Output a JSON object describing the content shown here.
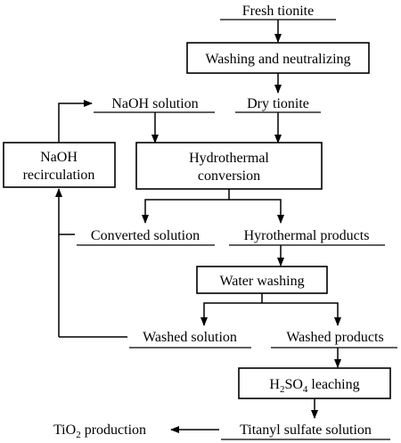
{
  "diagram": {
    "nodes": {
      "fresh_tionite": "Fresh tionite",
      "washing_neutralizing": "Washing and neutralizing",
      "naoh_solution": "NaOH solution",
      "dry_tionite": "Dry tionite",
      "naoh_recirculation_line1": "NaOH",
      "naoh_recirculation_line2": "recirculation",
      "hydrothermal_line1": "Hydrothermal",
      "hydrothermal_line2": "conversion",
      "converted_solution": "Converted solution",
      "hydrothermal_products": "Hyrothermal products",
      "water_washing": "Water washing",
      "washed_solution": "Washed solution",
      "washed_products": "Washed products",
      "leaching_prefix": "H",
      "leaching_sub": "2",
      "leaching_mid": "SO",
      "leaching_sub2": "4",
      "leaching_suffix": " leaching",
      "titanyl_sulfate": "Titanyl sulfate solution",
      "tio2_prefix": "TiO",
      "tio2_sub": "2",
      "tio2_suffix": " production"
    },
    "colors": {
      "ink": "#000000",
      "background": "#ffffff"
    }
  }
}
